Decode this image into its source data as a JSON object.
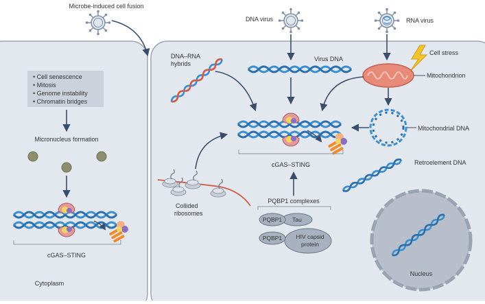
{
  "labels": {
    "microbe_fusion": "Microbe-induced cell fusion",
    "dna_virus": "DNA virus",
    "rna_virus": "RNA virus",
    "cell_stress": "Cell stress",
    "mitochondrion": "Mitochondrion",
    "dna_rna_hybrids_line1": "DNA–RNA",
    "dna_rna_hybrids_line2": "hybrids",
    "virus_dna": "Virus DNA",
    "mitochondrial_dna": "Mitochondrial DNA",
    "retroelement_dna": "Retroelement DNA",
    "nucleus": "Nucleus",
    "collided_ribosomes_line1": "Collided",
    "collided_ribosomes_line2": "ribosomes",
    "cgas_sting_right": "cGAS–STING",
    "cgas_sting_left": "cGAS–STING",
    "pqbp1_complexes": "PQBP1 complexes",
    "pqbp1_a": "PQBP1",
    "tau": "Tau",
    "pqbp1_b": "PQBP1",
    "hiv_capsid_line1": "HIV capsid",
    "hiv_capsid_line2": "protein",
    "micronucleus_formation": "Micronucleus formation",
    "cytoplasm": "Cytoplasm"
  },
  "triggers_list": [
    "Cell senescence",
    "Mitosis",
    "Genome instability",
    "Chromatin bridges"
  ],
  "colors": {
    "cell_fill": "#e3e8ef",
    "cell_stroke": "#9aa6b6",
    "dna_blue": "#3a8fd0",
    "dna_red": "#d15a4a",
    "arrow": "#3b4d68",
    "mito_fill": "#e88a7a",
    "nucleus_fill": "#b9bfca",
    "sting_orange": "#f08a2a",
    "cgas_pink": "#e59a9a",
    "pill_fill": "#a8b1bf"
  }
}
